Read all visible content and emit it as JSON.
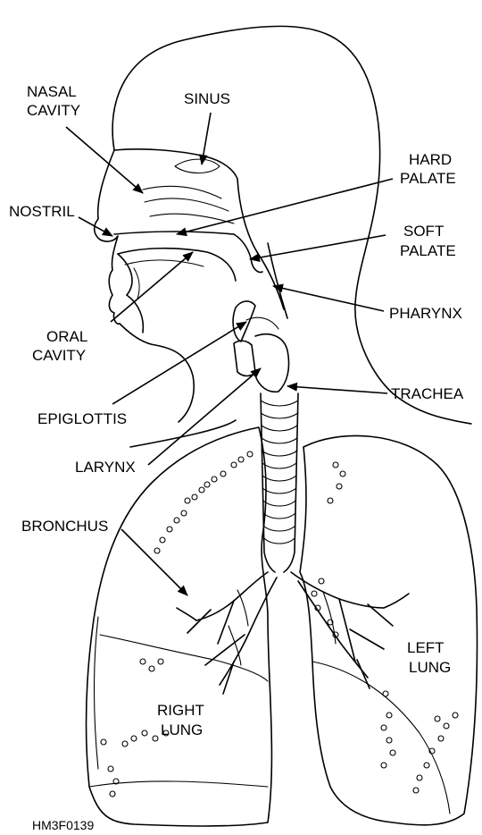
{
  "labels": {
    "nasal_cavity": [
      "NASAL",
      "CAVITY"
    ],
    "sinus": "SINUS",
    "hard_palate": [
      "HARD",
      "PALATE"
    ],
    "nostril": "NOSTRIL",
    "soft_palate": [
      "SOFT",
      "PALATE"
    ],
    "pharynx": "PHARYNX",
    "oral_cavity": [
      "ORAL",
      "CAVITY"
    ],
    "epiglottis": "EPIGLOTTIS",
    "trachea": "TRACHEA",
    "larynx": "LARYNX",
    "bronchus": "BRONCHUS",
    "left_lung": [
      "LEFT",
      "LUNG"
    ],
    "right_lung": [
      "RIGHT",
      "LUNG"
    ]
  },
  "figure_code": "HM3F0139"
}
